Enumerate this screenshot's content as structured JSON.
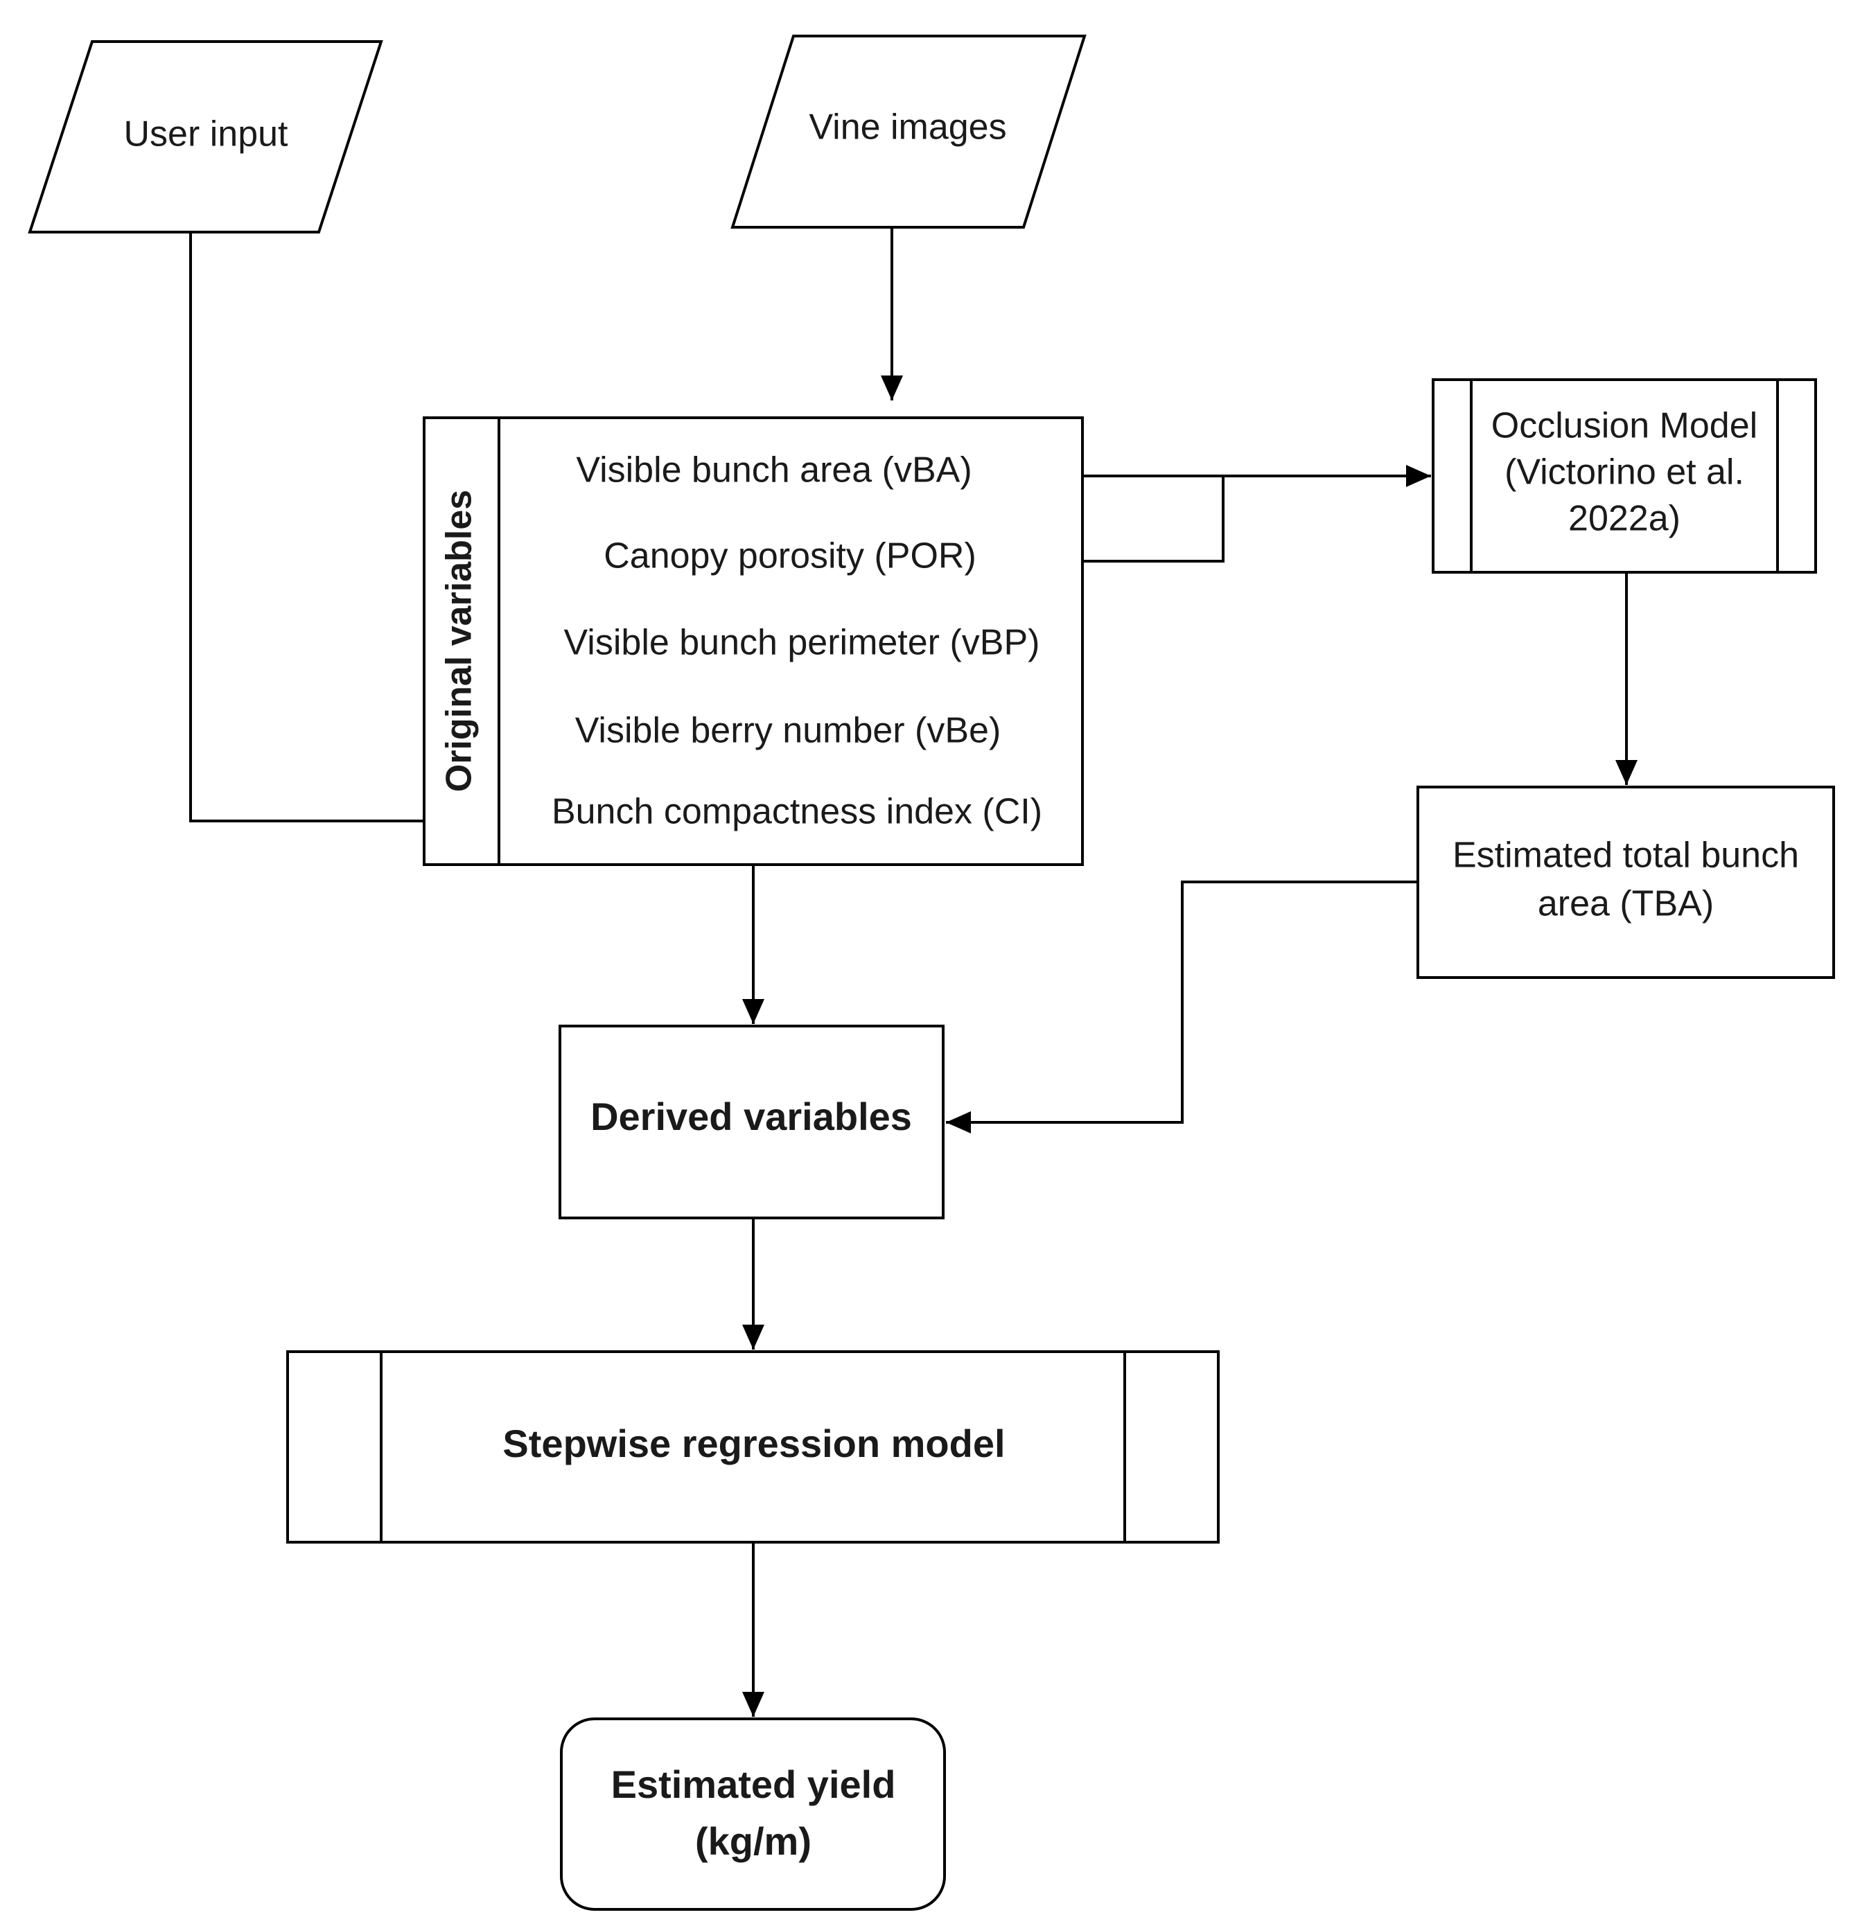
{
  "nodes": {
    "user_input": "User input",
    "vine_images": "Vine images",
    "original_variables": {
      "title": "Original variables",
      "items": [
        "Visible bunch area (vBA)",
        "Canopy porosity (POR)",
        "Visible bunch perimeter (vBP)",
        "Visible berry number (vBe)",
        "Bunch compactness index (CI)"
      ]
    },
    "occlusion_model": [
      "Occlusion Model",
      "(Victorino et al.",
      "2022a)"
    ],
    "estimated_tba": [
      "Estimated total bunch",
      "area (TBA)"
    ],
    "derived_variables": "Derived variables",
    "stepwise_model": "Stepwise regression model",
    "estimated_yield": [
      "Estimated yield",
      "(kg/m)"
    ]
  }
}
